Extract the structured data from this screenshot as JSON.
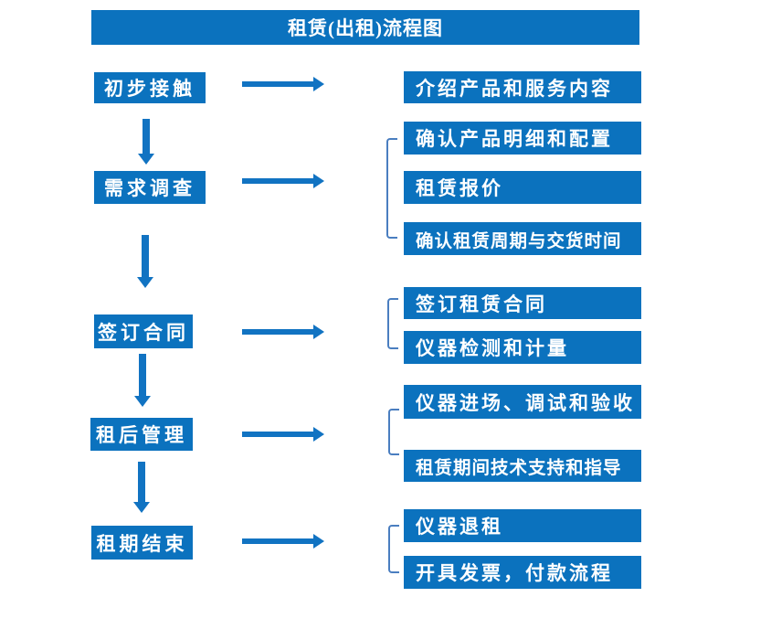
{
  "title": "租赁(出租)流程图",
  "colors": {
    "box": "#0b72be",
    "arrow": "#1173c2",
    "bracket": "#4a7ec0",
    "text": "#ffffff",
    "background": "#ffffff"
  },
  "flow": {
    "stages": [
      {
        "label": "初步接触",
        "details": [
          "介绍产品和服务内容"
        ]
      },
      {
        "label": "需求调查",
        "details": [
          "确认产品明细和配置",
          "租赁报价",
          "确认租赁周期与交货时间"
        ]
      },
      {
        "label": "签订合同",
        "details": [
          "签订租赁合同",
          "仪器检测和计量"
        ]
      },
      {
        "label": "租后管理",
        "details": [
          "仪器进场、调试和验收",
          "租赁期间技术支持和指导"
        ]
      },
      {
        "label": "租期结束",
        "details": [
          "仪器退租",
          "开具发票，付款流程"
        ]
      }
    ]
  }
}
